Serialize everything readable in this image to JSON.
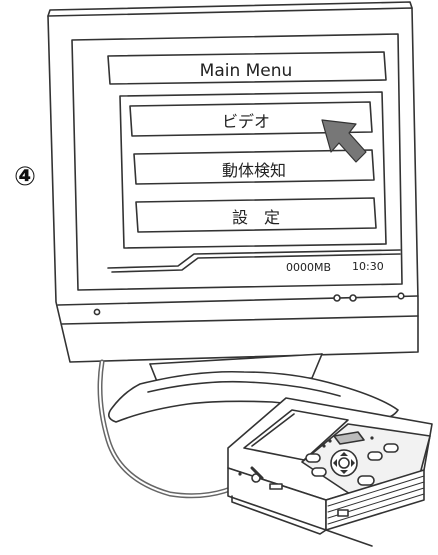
{
  "step_marker": "④",
  "menu": {
    "title": "Main Menu",
    "items": [
      {
        "label": "ビデオ"
      },
      {
        "label": "動体検知"
      },
      {
        "label": "設　定"
      }
    ]
  },
  "status": {
    "storage": "0000MB",
    "time": "10:30"
  },
  "icons": [
    "cursor-arrow-icon",
    "dpad-icon"
  ]
}
